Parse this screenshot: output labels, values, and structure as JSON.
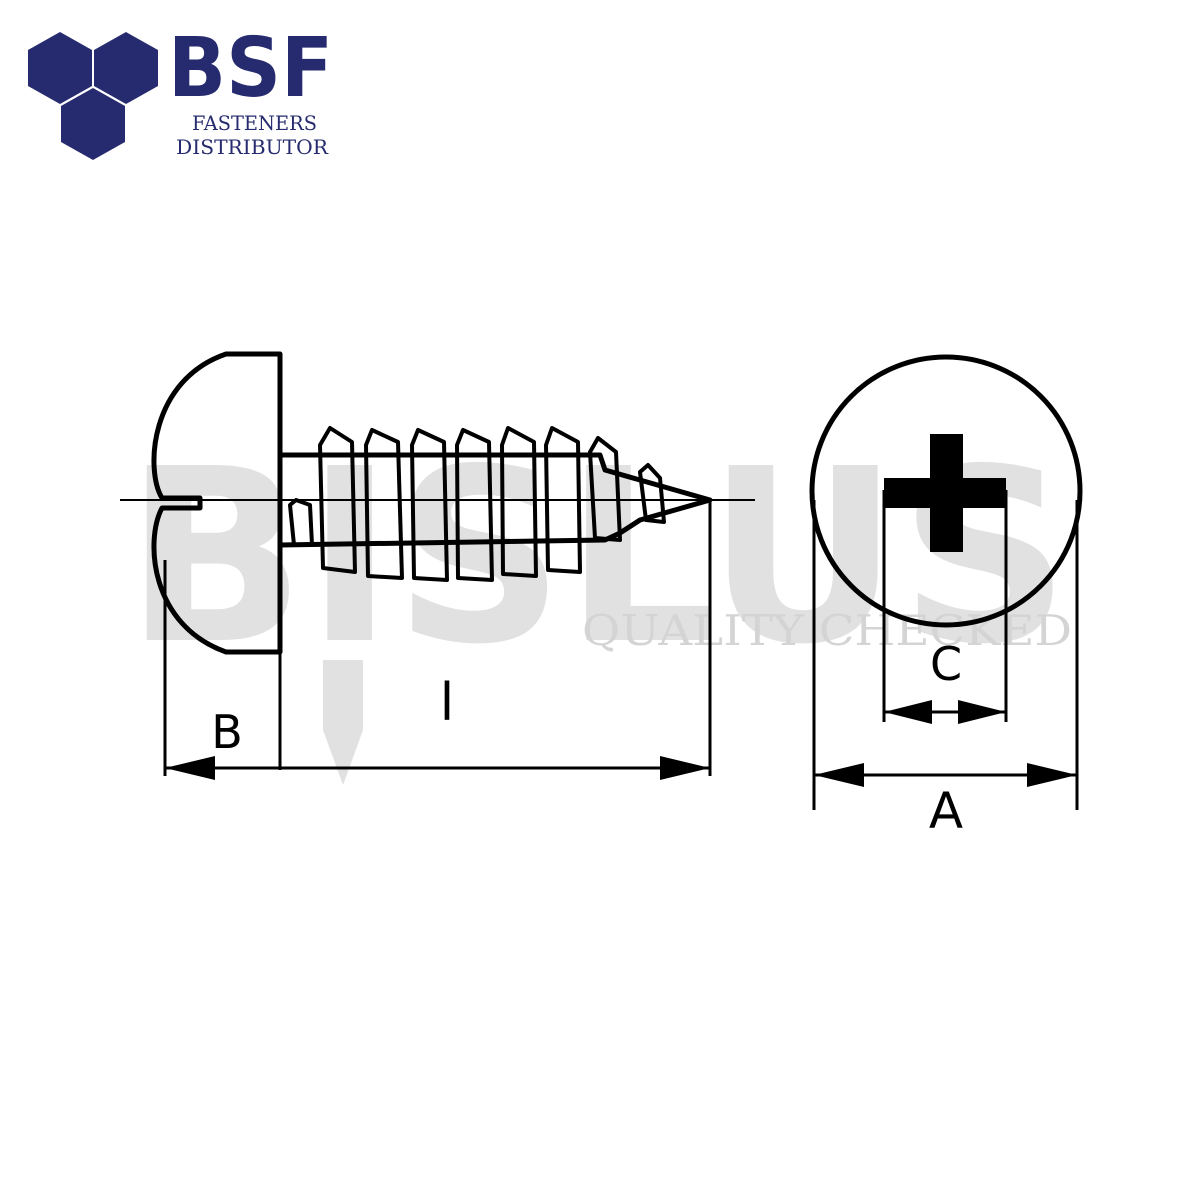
{
  "logo": {
    "brand": "BSF",
    "line1": "FASTENERS",
    "line2": "DISTRIBUTOR",
    "color": "#262a6e"
  },
  "watermark": {
    "word": "BISLUS",
    "tagline": "QUALITY CHECKED",
    "color": "#e1e1e1"
  },
  "dimensions": {
    "head_height": "B",
    "length": "l",
    "recess_width": "C",
    "head_diameter": "A"
  },
  "colors": {
    "line": "#000000"
  }
}
